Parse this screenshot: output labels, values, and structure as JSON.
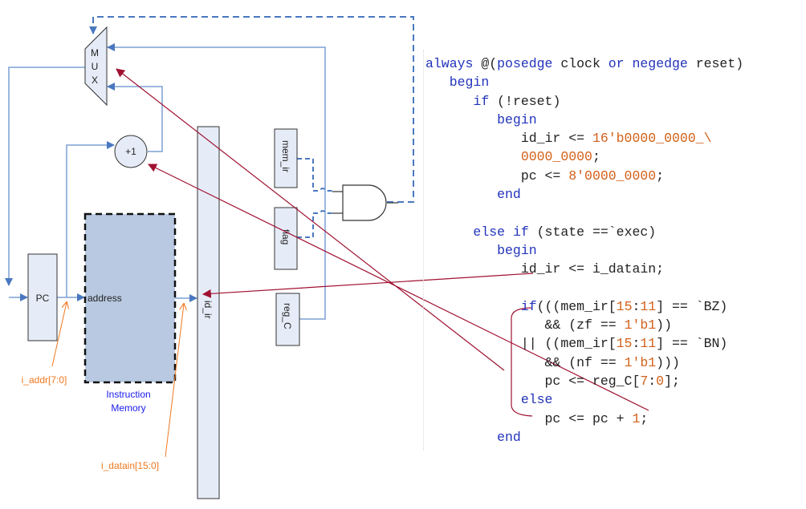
{
  "diagram": {
    "blocks": {
      "mux": {
        "label_lines": [
          "M",
          "U",
          "X"
        ]
      },
      "incrementer": {
        "label": "+1"
      },
      "pc": {
        "label": "PC"
      },
      "instruction_memory": {
        "port_label": "address",
        "caption_lines": [
          "Instruction",
          "Memory"
        ]
      },
      "id_ir": {
        "label": "id_ir"
      },
      "mem_ir": {
        "label": "mem_ir"
      },
      "flag": {
        "label": "flag"
      },
      "reg_c": {
        "label": "reg_C"
      },
      "and_gate": {
        "label": ""
      }
    },
    "signals": {
      "i_addr": "i_addr[7:0]",
      "i_datain": "i_datain[15:0]"
    },
    "colors": {
      "wire": "#7ba0d4",
      "wire_dark": "#4a78c0",
      "block_fill": "#e6ecf7",
      "memory_fill": "#b8c9e1",
      "annotation": "#a01030",
      "signal_label": "#f07820",
      "caption": "#1a1aee",
      "keyword": "#2233bb",
      "number": "#d2601a"
    }
  },
  "code": {
    "lines": [
      {
        "indent": 0,
        "tokens": [
          {
            "t": "always",
            "c": "kw"
          },
          {
            "t": " @(",
            "c": ""
          },
          {
            "t": "posedge",
            "c": "kw"
          },
          {
            "t": " clock ",
            "c": ""
          },
          {
            "t": "or",
            "c": "kw"
          },
          {
            "t": " ",
            "c": ""
          },
          {
            "t": "negedge",
            "c": "kw"
          },
          {
            "t": " reset)",
            "c": ""
          }
        ]
      },
      {
        "indent": 1,
        "tokens": [
          {
            "t": "begin",
            "c": "kw"
          }
        ]
      },
      {
        "indent": 2,
        "tokens": [
          {
            "t": "if",
            "c": "kw"
          },
          {
            "t": " (!reset)",
            "c": ""
          }
        ]
      },
      {
        "indent": 3,
        "tokens": [
          {
            "t": "begin",
            "c": "kw"
          }
        ]
      },
      {
        "indent": 4,
        "tokens": [
          {
            "t": "id_ir <= ",
            "c": ""
          },
          {
            "t": "16'b0000_0000_\\",
            "c": "num"
          }
        ]
      },
      {
        "indent": 4,
        "tokens": [
          {
            "t": "0000_0000",
            "c": "num"
          },
          {
            "t": ";",
            "c": ""
          }
        ]
      },
      {
        "indent": 4,
        "tokens": [
          {
            "t": "pc <= ",
            "c": ""
          },
          {
            "t": "8'0000_0000",
            "c": "num"
          },
          {
            "t": ";",
            "c": ""
          }
        ]
      },
      {
        "indent": 3,
        "tokens": [
          {
            "t": "end",
            "c": "kw"
          }
        ]
      },
      {
        "indent": 0,
        "tokens": []
      },
      {
        "indent": 2,
        "tokens": [
          {
            "t": "else",
            "c": "kw"
          },
          {
            "t": " ",
            "c": ""
          },
          {
            "t": "if",
            "c": "kw"
          },
          {
            "t": " (state ==`exec)",
            "c": ""
          }
        ]
      },
      {
        "indent": 3,
        "tokens": [
          {
            "t": "begin",
            "c": "kw"
          }
        ]
      },
      {
        "indent": 4,
        "tokens": [
          {
            "t": "id_ir <= i_datain;",
            "c": ""
          }
        ]
      },
      {
        "indent": 0,
        "tokens": []
      },
      {
        "indent": 4,
        "tokens": [
          {
            "t": "if",
            "c": "kw"
          },
          {
            "t": "(((mem_ir[",
            "c": ""
          },
          {
            "t": "15",
            "c": "num"
          },
          {
            "t": ":",
            "c": ""
          },
          {
            "t": "11",
            "c": "num"
          },
          {
            "t": "] == `BZ)",
            "c": ""
          }
        ]
      },
      {
        "indent": 5,
        "tokens": [
          {
            "t": "&& (zf == ",
            "c": ""
          },
          {
            "t": "1'b1",
            "c": "num"
          },
          {
            "t": "))",
            "c": ""
          }
        ]
      },
      {
        "indent": 4,
        "tokens": [
          {
            "t": "|| ((mem_ir[",
            "c": ""
          },
          {
            "t": "15",
            "c": "num"
          },
          {
            "t": ":",
            "c": ""
          },
          {
            "t": "11",
            "c": "num"
          },
          {
            "t": "] == `BN)",
            "c": ""
          }
        ]
      },
      {
        "indent": 5,
        "tokens": [
          {
            "t": "&& (nf == ",
            "c": ""
          },
          {
            "t": "1'b1",
            "c": "num"
          },
          {
            "t": ")))",
            "c": ""
          }
        ]
      },
      {
        "indent": 5,
        "tokens": [
          {
            "t": "pc <= reg_C[",
            "c": ""
          },
          {
            "t": "7",
            "c": "num"
          },
          {
            "t": ":",
            "c": ""
          },
          {
            "t": "0",
            "c": "num"
          },
          {
            "t": "];",
            "c": ""
          }
        ]
      },
      {
        "indent": 4,
        "tokens": [
          {
            "t": "else",
            "c": "kw"
          }
        ]
      },
      {
        "indent": 5,
        "tokens": [
          {
            "t": "pc <= pc + ",
            "c": ""
          },
          {
            "t": "1",
            "c": "num"
          },
          {
            "t": ";",
            "c": ""
          }
        ]
      },
      {
        "indent": 3,
        "tokens": [
          {
            "t": "end",
            "c": "kw"
          }
        ]
      }
    ]
  }
}
